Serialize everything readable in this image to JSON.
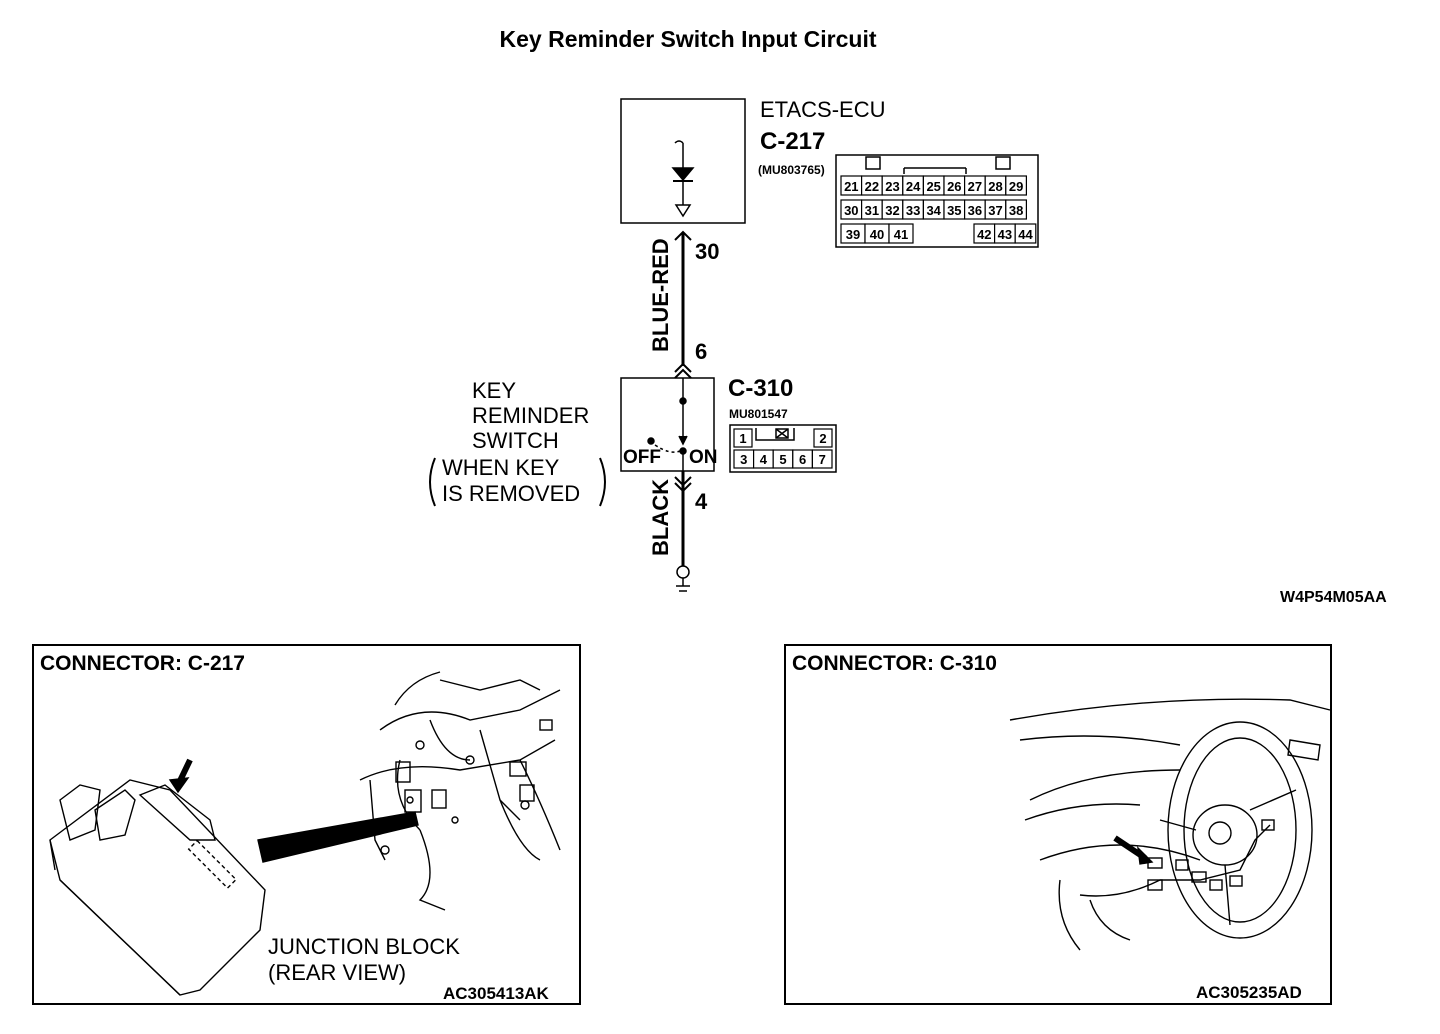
{
  "title": "Key Reminder Switch Input Circuit",
  "ecu": {
    "name": "ETACS-ECU",
    "connector": "C-217",
    "part_number": "(MU803765)",
    "pins_row1": [
      "21",
      "22",
      "23",
      "24",
      "25",
      "26",
      "27",
      "28",
      "29"
    ],
    "pins_row2": [
      "30",
      "31",
      "32",
      "33",
      "34",
      "35",
      "36",
      "37",
      "38"
    ],
    "pins_row3_left": [
      "39",
      "40",
      "41"
    ],
    "pins_row3_right": [
      "42",
      "43",
      "44"
    ]
  },
  "wires": {
    "upper_color": "BLUE-RED",
    "lower_color": "BLACK",
    "pin_ecu": "30",
    "pin_switch_top": "6",
    "pin_switch_bottom": "4"
  },
  "switch": {
    "label_line1": "KEY",
    "label_line2": "REMINDER",
    "label_line3": "SWITCH",
    "cond_line1": "WHEN KEY",
    "cond_line2": "IS REMOVED",
    "off": "OFF",
    "on": "ON",
    "connector": "C-310",
    "part_number": "MU801547",
    "pins_row1": [
      "1",
      "2"
    ],
    "pins_row2": [
      "3",
      "4",
      "5",
      "6",
      "7"
    ]
  },
  "diagram_code": "W4P54M05AA",
  "panel_left": {
    "heading": "CONNECTOR: C-217",
    "label_line1": "JUNCTION BLOCK",
    "label_line2": "(REAR VIEW)",
    "code": "AC305413AK"
  },
  "panel_right": {
    "heading": "CONNECTOR: C-310",
    "code": "AC305235AD"
  }
}
